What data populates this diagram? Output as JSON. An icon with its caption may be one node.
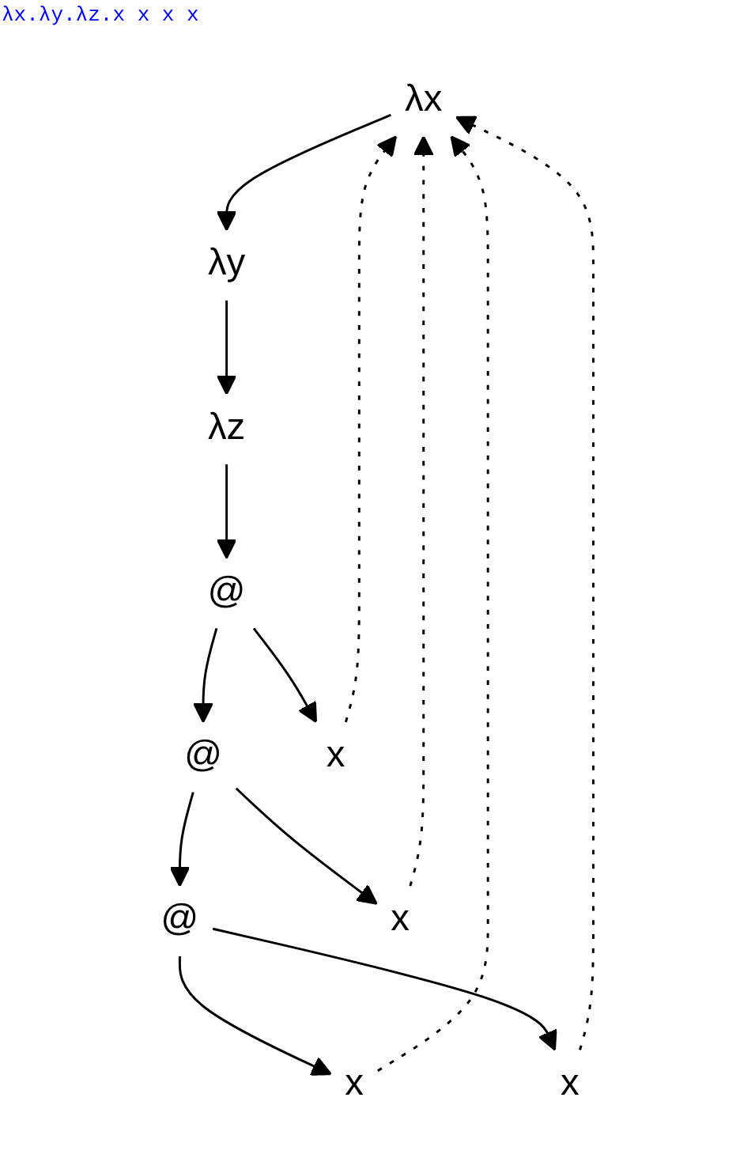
{
  "diagram": {
    "title": "λx.λy.λz.x x x x",
    "nodes": [
      {
        "text": [
          "λx"
        ]
      },
      {
        "text": [
          "λy"
        ]
      },
      {
        "text": [
          "λz"
        ]
      },
      {
        "text": [
          "@"
        ]
      },
      {
        "text": [
          "@"
        ]
      },
      {
        "text": [
          "x"
        ]
      },
      {
        "text": [
          "@"
        ]
      },
      {
        "text": [
          "x"
        ]
      },
      {
        "text": [
          "x"
        ]
      },
      {
        "text": [
          "x"
        ]
      }
    ],
    "edges": [
      {
        "from": 8,
        "to": 0,
        "arrow": "to",
        "style": "dashed"
      },
      {
        "from": 9,
        "to": 0,
        "arrow": "to",
        "style": "dashed"
      },
      {
        "from": 7,
        "to": 0,
        "arrow": "to",
        "style": "dashed"
      },
      {
        "from": 5,
        "to": 0,
        "arrow": "to",
        "style": "dashed"
      },
      {
        "from": 0,
        "to": 1,
        "arrow": "to"
      },
      {
        "from": 1,
        "to": 2,
        "arrow": "to"
      },
      {
        "from": 2,
        "to": 3,
        "arrow": "to"
      },
      {
        "from": 3,
        "to": 4,
        "arrow": "to"
      },
      {
        "from": 3,
        "to": 5,
        "arrow": "to"
      },
      {
        "from": 4,
        "to": 6,
        "arrow": "to"
      },
      {
        "from": 4,
        "to": 7,
        "arrow": "to"
      },
      {
        "from": 6,
        "to": 8,
        "arrow": "to"
      },
      {
        "from": 6,
        "to": 9,
        "arrow": "to"
      }
    ]
  }
}
